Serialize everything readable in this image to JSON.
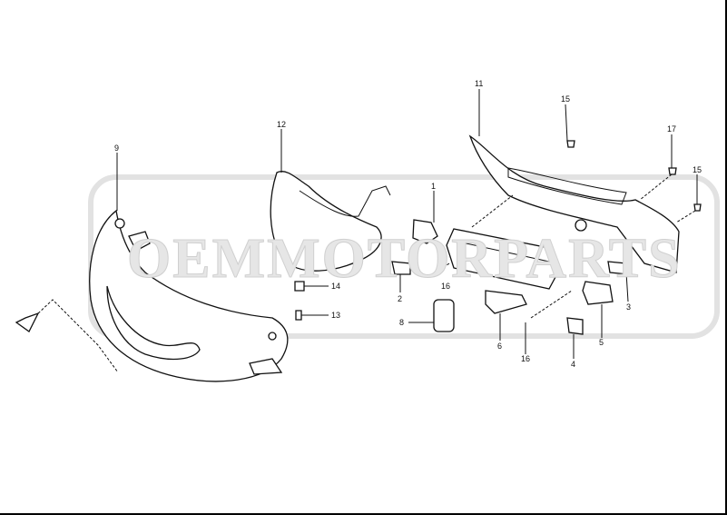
{
  "watermark": "OEMMOTORPARTS",
  "callouts": {
    "p1": "1",
    "p2": "2",
    "p3": "3",
    "p4": "4",
    "p5": "5",
    "p6": "6",
    "p8": "8",
    "p9": "9",
    "p11": "11",
    "p12": "12",
    "p13": "13",
    "p14": "14",
    "p15a": "15",
    "p15b": "15",
    "p16a": "16",
    "p16b": "16",
    "p17": "17"
  }
}
